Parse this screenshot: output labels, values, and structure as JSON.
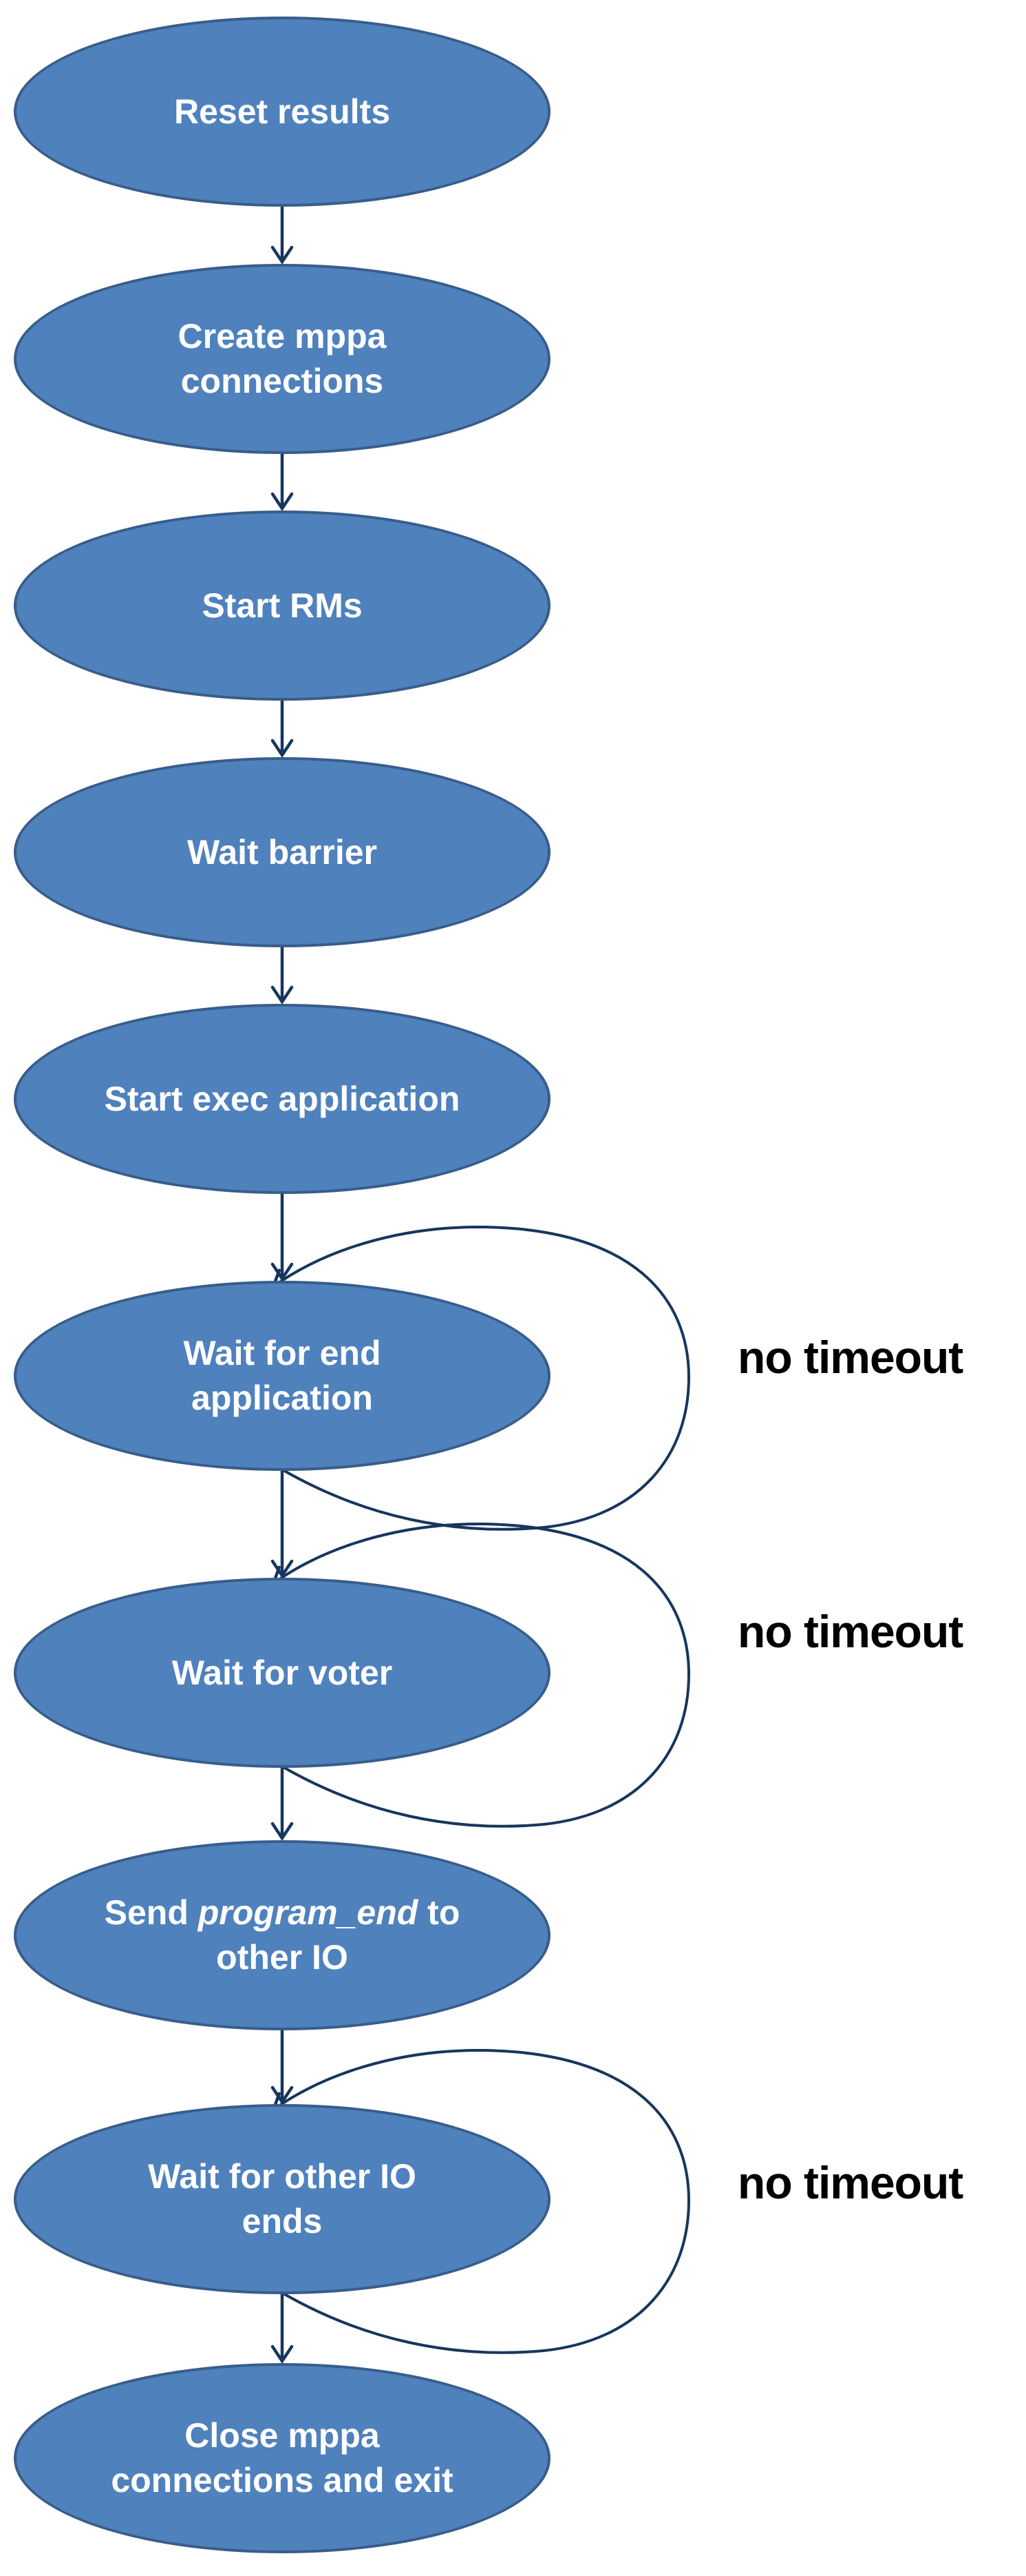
{
  "diagram": {
    "type": "flowchart",
    "colors": {
      "node_fill": "#4F81BD",
      "node_border": "#385D8A",
      "arrow": "#17365D",
      "node_text": "#FFFFFF",
      "annotation_text": "#000000",
      "background": "#FFFFFF"
    },
    "nodes": [
      {
        "id": 1,
        "label": "Reset results"
      },
      {
        "id": 2,
        "label": "Create mppa connections"
      },
      {
        "id": 3,
        "label": "Start RMs"
      },
      {
        "id": 4,
        "label": "Wait barrier"
      },
      {
        "id": 5,
        "label": "Start exec application"
      },
      {
        "id": 6,
        "label": "Wait for end application",
        "self_loop": true
      },
      {
        "id": 7,
        "label": "Wait for voter",
        "self_loop": true
      },
      {
        "id": 8,
        "label_parts": {
          "prefix": "Send ",
          "emphasis": "program_end",
          "suffix": " to other IO"
        },
        "label": "Send program_end to other IO"
      },
      {
        "id": 9,
        "label": "Wait for other IO ends",
        "self_loop": true
      },
      {
        "id": 10,
        "label": "Close mppa connections and exit"
      }
    ],
    "flow": "sequential-top-to-bottom",
    "annotations": [
      {
        "text": "no timeout",
        "attached_to_node": 6
      },
      {
        "text": "no timeout",
        "attached_to_node": 7
      },
      {
        "text": "no timeout",
        "attached_to_node": 9
      }
    ]
  }
}
